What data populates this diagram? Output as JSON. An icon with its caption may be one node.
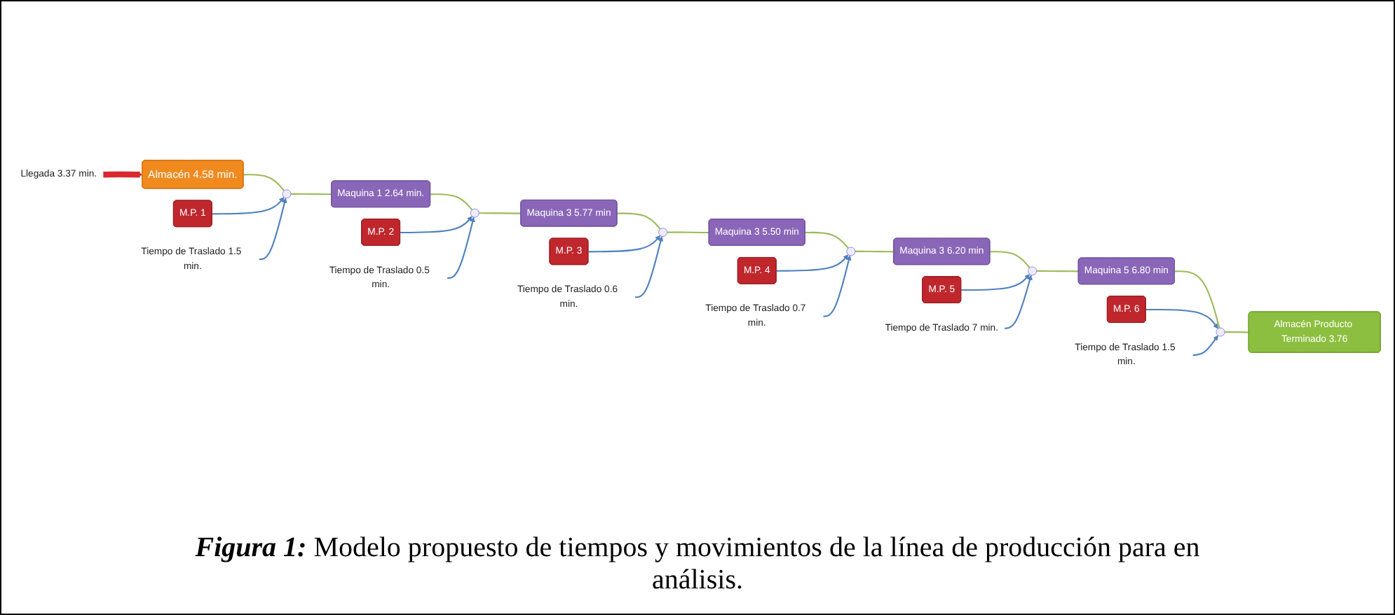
{
  "diagram": {
    "caption": "**Figura 1:** Modelo propuesto de tiempos y movimientos de la línea de producción para en análisis.",
    "nodes": [
      {
        "text": [
          "Llegada 3.37 min."
        ]
      },
      {
        "text": [
          "Almacén 4.58 min."
        ]
      },
      {
        "text": [
          "Maquina 1 2.64 min."
        ]
      },
      {
        "text": [
          "Maquina 3 5.77 min"
        ]
      },
      {
        "text": [
          "Maquina 3 5.50 min"
        ]
      },
      {
        "text": [
          "Maquina 3 6.20 min"
        ]
      },
      {
        "text": [
          "Maquina 5 6.80 min"
        ]
      },
      {
        "text": [
          "Almacén Producto Terminado 3.76"
        ]
      },
      {
        "text": [
          "M.P. 1"
        ]
      },
      {
        "text": [
          "M.P. 2"
        ]
      },
      {
        "text": [
          "M.P. 3"
        ]
      },
      {
        "text": [
          "M.P. 4"
        ]
      },
      {
        "text": [
          "M.P. 5"
        ]
      },
      {
        "text": [
          "M.P. 6"
        ]
      },
      {
        "text": [
          "Tiempo de Traslado 1.5 min."
        ]
      },
      {
        "text": [
          "Tiempo de Traslado 0.5 min."
        ]
      },
      {
        "text": [
          "Tiempo de Traslado 0.6 min."
        ]
      },
      {
        "text": [
          "Tiempo de Traslado 0.7 min."
        ]
      },
      {
        "text": [
          "Tiempo de Traslado 7 min."
        ]
      },
      {
        "text": [
          "Tiempo de Traslado 1.5 min."
        ]
      },
      {
        "text": [],
        "shape": "point"
      },
      {
        "text": [],
        "shape": "point"
      },
      {
        "text": [],
        "shape": "point"
      },
      {
        "text": [],
        "shape": "point"
      },
      {
        "text": [],
        "shape": "point"
      },
      {
        "text": [],
        "shape": "point"
      }
    ],
    "edges": [
      {
        "from": 0,
        "to": 1,
        "arrow": "to",
        "style": "thick",
        "color": "#d9282f"
      },
      {
        "from": 1,
        "to": 20,
        "arrow": "none",
        "color": "#9bbb59"
      },
      {
        "from": 20,
        "to": 2,
        "arrow": "none",
        "color": "#9bbb59"
      },
      {
        "from": 8,
        "to": 20,
        "arrow": "to",
        "color": "#4f81bd"
      },
      {
        "from": 14,
        "to": 20,
        "arrow": "to",
        "color": "#4f81bd"
      },
      {
        "from": 2,
        "to": 21,
        "arrow": "none",
        "color": "#9bbb59"
      },
      {
        "from": 21,
        "to": 3,
        "arrow": "none",
        "color": "#9bbb59"
      },
      {
        "from": 9,
        "to": 21,
        "arrow": "to",
        "color": "#4f81bd"
      },
      {
        "from": 15,
        "to": 21,
        "arrow": "to",
        "color": "#4f81bd"
      },
      {
        "from": 3,
        "to": 22,
        "arrow": "none",
        "color": "#9bbb59"
      },
      {
        "from": 22,
        "to": 4,
        "arrow": "none",
        "color": "#9bbb59"
      },
      {
        "from": 10,
        "to": 22,
        "arrow": "to",
        "color": "#4f81bd"
      },
      {
        "from": 16,
        "to": 22,
        "arrow": "to",
        "color": "#4f81bd"
      },
      {
        "from": 4,
        "to": 23,
        "arrow": "none",
        "color": "#9bbb59"
      },
      {
        "from": 23,
        "to": 5,
        "arrow": "none",
        "color": "#9bbb59"
      },
      {
        "from": 11,
        "to": 23,
        "arrow": "to",
        "color": "#4f81bd"
      },
      {
        "from": 17,
        "to": 23,
        "arrow": "to",
        "color": "#4f81bd"
      },
      {
        "from": 5,
        "to": 24,
        "arrow": "none",
        "color": "#9bbb59"
      },
      {
        "from": 24,
        "to": 6,
        "arrow": "none",
        "color": "#9bbb59"
      },
      {
        "from": 12,
        "to": 24,
        "arrow": "to",
        "color": "#4f81bd"
      },
      {
        "from": 18,
        "to": 24,
        "arrow": "to",
        "color": "#4f81bd"
      },
      {
        "from": 6,
        "to": 25,
        "arrow": "none",
        "color": "#9bbb59"
      },
      {
        "from": 25,
        "to": 7,
        "arrow": "none",
        "color": "#9bbb59"
      },
      {
        "from": 13,
        "to": 25,
        "arrow": "to",
        "color": "#4f81bd"
      },
      {
        "from": 19,
        "to": 25,
        "arrow": "to",
        "color": "#4f81bd"
      }
    ]
  }
}
